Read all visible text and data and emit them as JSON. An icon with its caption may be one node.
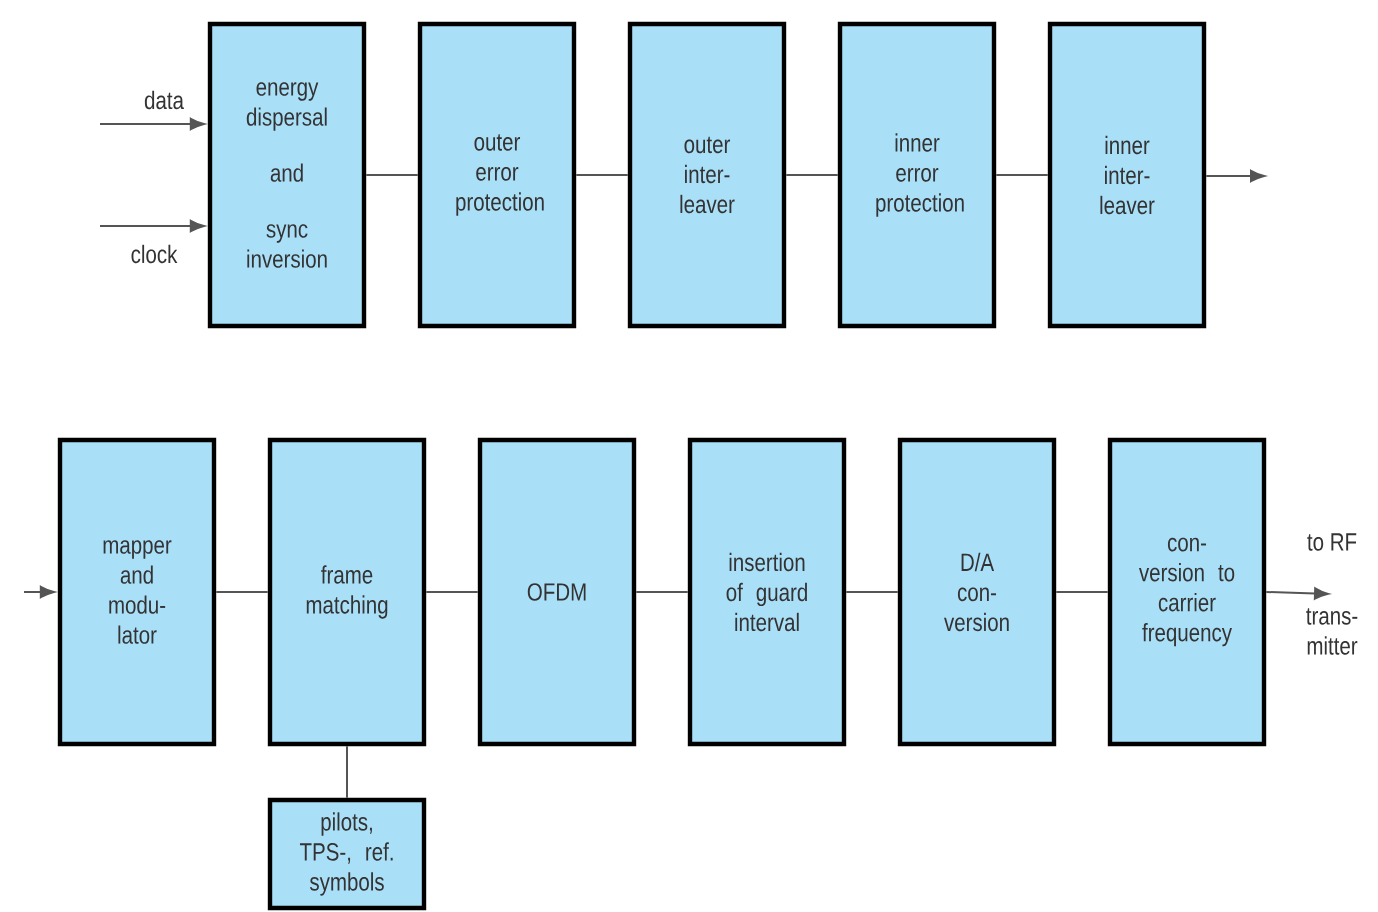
{
  "diagram": {
    "nodes": [
      {
        "text": [
          "energy dispersal",
          "and",
          "sync inversion"
        ]
      },
      {
        "text": [
          "outer error protection"
        ]
      },
      {
        "text": [
          "outer inter- leaver"
        ]
      },
      {
        "text": [
          "inner error protection"
        ]
      },
      {
        "text": [
          "inner inter- leaver"
        ]
      },
      {
        "text": [
          "mapper and modu- lator"
        ]
      },
      {
        "text": [
          "frame matching"
        ]
      },
      {
        "text": [
          "OFDM"
        ]
      },
      {
        "text": [
          "insertion of guard interval"
        ]
      },
      {
        "text": [
          "D/A con- version"
        ]
      },
      {
        "text": [
          "con- version to carrier frequency"
        ]
      },
      {
        "text": [
          "pilots, TPS-, ref. symbols"
        ]
      },
      {
        "text": [
          "to RF",
          "trans- mitter"
        ]
      }
    ],
    "edges": [
      {
        "from": null,
        "to": 0,
        "arrow": "to",
        "label": "data"
      },
      {
        "from": null,
        "to": 0,
        "arrow": "to",
        "label": "clock"
      },
      {
        "from": 0,
        "to": 1,
        "arrow": "none"
      },
      {
        "from": 1,
        "to": 2,
        "arrow": "none"
      },
      {
        "from": 2,
        "to": 3,
        "arrow": "none"
      },
      {
        "from": 3,
        "to": 4,
        "arrow": "none"
      },
      {
        "from": 4,
        "to": null,
        "arrow": "to"
      },
      {
        "from": null,
        "to": 5,
        "arrow": "to"
      },
      {
        "from": 5,
        "to": 6,
        "arrow": "none"
      },
      {
        "from": 6,
        "to": 7,
        "arrow": "none"
      },
      {
        "from": 7,
        "to": 8,
        "arrow": "none"
      },
      {
        "from": 8,
        "to": 9,
        "arrow": "none"
      },
      {
        "from": 9,
        "to": 10,
        "arrow": "none"
      },
      {
        "from": 10,
        "to": 12,
        "arrow": "to"
      },
      {
        "from": 6,
        "to": 11,
        "arrow": "none"
      }
    ]
  }
}
